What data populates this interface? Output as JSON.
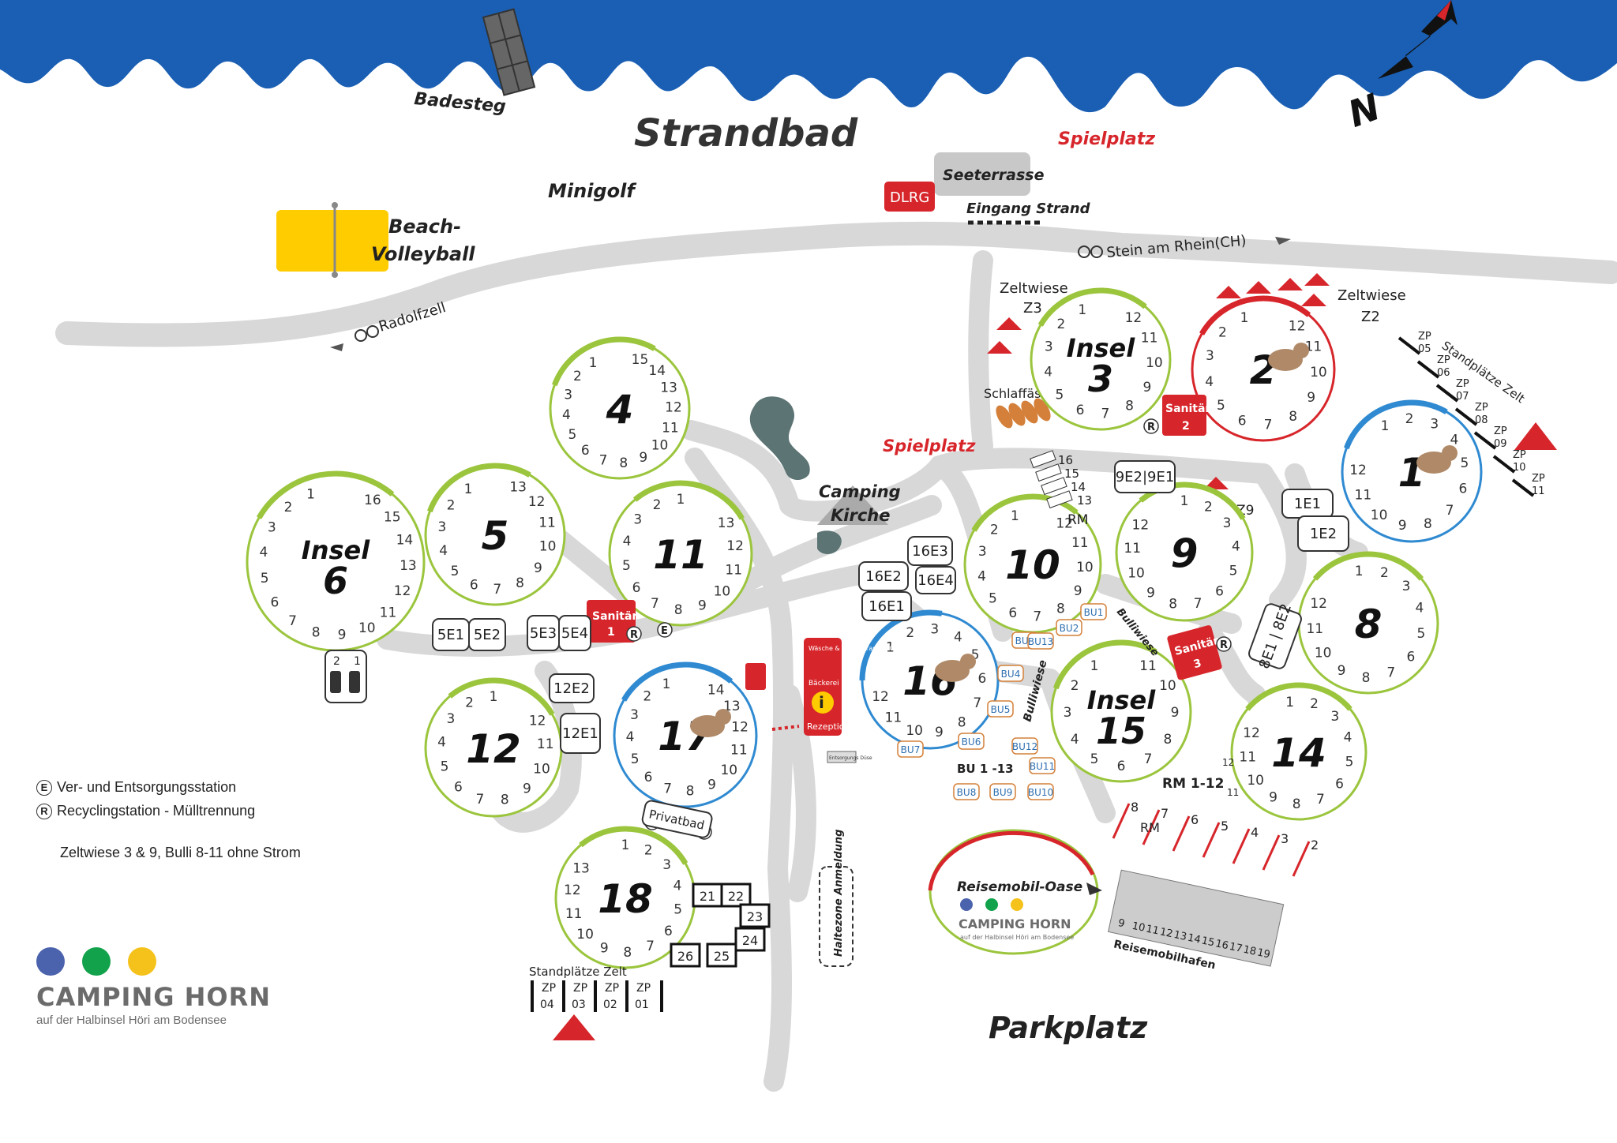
{
  "colors": {
    "water": "#1a5fb4",
    "road": "#d8d8d8",
    "green_ring": "#9bc53d",
    "red_ring": "#d7262b",
    "blue_ring": "#2f8ad1",
    "sanitaer": "#d7262b",
    "volleyball": "#ffcc00",
    "logo_blue": "#4b63ad",
    "logo_green": "#12a24b",
    "logo_yellow": "#f5c21b"
  },
  "titles": {
    "strandbad": "Strandbad",
    "parkplatz": "Parkplatz",
    "badesteg": "Badesteg",
    "minigolf": "Minigolf",
    "beach_volleyball_1": "Beach-",
    "beach_volleyball_2": "Volleyball",
    "spielplatz_top": "Spielplatz",
    "spielplatz_mid": "Spielplatz",
    "seeterrasse": "Seeterrasse",
    "dlrg": "DLRG",
    "eingang_strand": "Eingang Strand",
    "camping_kirche_1": "Camping",
    "camping_kirche_2": "Kirche",
    "north": "N",
    "stein_am_rhein": "Stein am Rhein(CH)",
    "radolfzell": "Radolfzell",
    "zeltwiese_z3_a": "Zeltwiese",
    "zeltwiese_z3_b": "Z3",
    "zeltwiese_z2_a": "Zeltwiese",
    "zeltwiese_z2_b": "Z2",
    "z9": "Z9",
    "schlaffaesser": "Schlaffässer",
    "rm": "RM",
    "bulliwiese_a": "Bulliwiese",
    "bulliwiese_b": "Bulliwiese",
    "bu_range": "BU 1 -13",
    "rm_range": "RM 1-12",
    "privatbad": "Privatbad",
    "standplaetze_zelt_top": "Standplätze Zelt",
    "standplaetze_zelt_bottom": "Standplätze Zelt",
    "haltezone": "Haltezone Anmeldung",
    "reisemobilhafen": "Reisemobilhafen",
    "reisemobil_oase": "Reisemobil-Oase",
    "oase_logo_name": "CAMPING HORN",
    "oase_logo_sub": "auf der Halbinsel Höri am Bodensee",
    "waesche": "Wäsche & Kühlschrank (UG)",
    "baeckerei": "Bäckerei",
    "rezeption": "Rezeption",
    "info_i": "i",
    "entsorgung": "Entsorgungs Düse"
  },
  "islands": [
    {
      "name": "4",
      "ring": "green",
      "numbers": [
        "1",
        "2",
        "3",
        "4",
        "5",
        "6",
        "7",
        "8",
        "9",
        "10",
        "11",
        "12",
        "13",
        "14",
        "15"
      ]
    },
    {
      "name": "5",
      "ring": "green",
      "numbers": [
        "1",
        "2",
        "3",
        "4",
        "5",
        "6",
        "7",
        "8",
        "9",
        "10",
        "11",
        "12",
        "13"
      ]
    },
    {
      "name": "11",
      "ring": "green",
      "numbers": [
        "1",
        "2",
        "3",
        "4",
        "5",
        "6",
        "7",
        "8",
        "9",
        "10",
        "11",
        "12",
        "13"
      ]
    },
    {
      "name": "Insel 6",
      "ring": "green",
      "numbers": [
        "1",
        "2",
        "3",
        "4",
        "5",
        "6",
        "7",
        "8",
        "9",
        "10",
        "11",
        "12",
        "13",
        "14",
        "15",
        "16"
      ]
    },
    {
      "name": "Insel 3",
      "ring": "green",
      "numbers": [
        "1",
        "2",
        "3",
        "4",
        "5",
        "6",
        "7",
        "8",
        "9",
        "10",
        "11",
        "12"
      ]
    },
    {
      "name": "2",
      "ring": "red",
      "numbers": [
        "1",
        "2",
        "3",
        "4",
        "5",
        "6",
        "7",
        "8",
        "9",
        "10",
        "11",
        "12"
      ]
    },
    {
      "name": "1",
      "ring": "blue",
      "numbers": [
        "1",
        "2",
        "3",
        "4",
        "5",
        "6",
        "7",
        "8",
        "9",
        "10",
        "11",
        "12"
      ]
    },
    {
      "name": "10",
      "ring": "green",
      "numbers": [
        "1",
        "2",
        "3",
        "4",
        "5",
        "6",
        "7",
        "8",
        "9",
        "10",
        "11",
        "12"
      ]
    },
    {
      "name": "9",
      "ring": "green",
      "numbers": [
        "1",
        "2",
        "3",
        "4",
        "5",
        "6",
        "7",
        "8",
        "9",
        "10",
        "11",
        "12"
      ]
    },
    {
      "name": "8",
      "ring": "green",
      "numbers": [
        "1",
        "2",
        "3",
        "4",
        "5",
        "6",
        "7",
        "8",
        "9",
        "10",
        "11",
        "12"
      ]
    },
    {
      "name": "16",
      "ring": "blue",
      "numbers": [
        "1",
        "2",
        "3",
        "4",
        "5",
        "6",
        "7",
        "8",
        "9",
        "10",
        "11",
        "12"
      ]
    },
    {
      "name": "Insel 15",
      "ring": "green",
      "numbers": [
        "1",
        "2",
        "3",
        "4",
        "5",
        "6",
        "7",
        "8",
        "9",
        "10",
        "11"
      ]
    },
    {
      "name": "14",
      "ring": "green",
      "numbers": [
        "1",
        "2",
        "3",
        "4",
        "5",
        "6",
        "7",
        "8",
        "9",
        "10",
        "11",
        "12"
      ]
    },
    {
      "name": "12",
      "ring": "green",
      "numbers": [
        "1",
        "2",
        "3",
        "4",
        "5",
        "6",
        "7",
        "8",
        "9",
        "10",
        "11",
        "12"
      ]
    },
    {
      "name": "17",
      "ring": "blue",
      "numbers": [
        "1",
        "2",
        "3",
        "4",
        "5",
        "6",
        "7",
        "8",
        "9",
        "10",
        "11",
        "12",
        "13",
        "14"
      ]
    },
    {
      "name": "18",
      "ring": "green",
      "numbers": [
        "1",
        "2",
        "3",
        "4",
        "5",
        "6",
        "7",
        "8",
        "9",
        "10",
        "11",
        "12",
        "13"
      ]
    }
  ],
  "sanitaer": [
    {
      "title": "Sanitär",
      "num": "1"
    },
    {
      "title": "Sanitär",
      "num": "2"
    },
    {
      "title": "Sanitär",
      "num": "3"
    }
  ],
  "pitches": {
    "5e": [
      "5E1",
      "5E2",
      "5E3",
      "5E4"
    ],
    "12e": [
      "12E2",
      "12E1"
    ],
    "16e": [
      "16E3",
      "16E2",
      "16E4",
      "16E1"
    ],
    "9e": "9E2|9E1",
    "1e": [
      "1E1",
      "1E2"
    ],
    "8e": "8E1 | 8E2",
    "caravans_16": [
      "16",
      "15",
      "14",
      "13"
    ],
    "bu": [
      "BU1",
      "BU2",
      "BU3",
      "BU4",
      "BU5",
      "BU6",
      "BU7",
      "BU8",
      "BU9",
      "BU10",
      "BU11",
      "BU12",
      "BU13"
    ],
    "zp_top": [
      "ZP 05",
      "ZP 06",
      "ZP 07",
      "ZP 08",
      "ZP 09",
      "ZP 10",
      "ZP 11"
    ],
    "zp_bottom": [
      "ZP 04",
      "ZP 03",
      "ZP 02",
      "ZP 01"
    ],
    "snake": [
      "21",
      "22",
      "23",
      "24",
      "25",
      "26"
    ],
    "rm_row": [
      "8",
      "7",
      "6",
      "5",
      "4",
      "3",
      "2"
    ],
    "rm_side": [
      "12",
      "11"
    ],
    "hafen": [
      "9",
      "10",
      "11",
      "12",
      "13",
      "14",
      "15",
      "16",
      "17",
      "18",
      "19"
    ],
    "parking_left": [
      "2",
      "1"
    ],
    "privatbad_nums": [
      "1",
      "2"
    ]
  },
  "legend": [
    {
      "symbol": "E",
      "text": "Ver- und Entsorgungsstation"
    },
    {
      "symbol": "R",
      "text": "Recyclingstation - Mülltrennung"
    }
  ],
  "note": "Zeltwiese 3 & 9, Bulli 8-11 ohne Strom",
  "logo": {
    "name": "CAMPING HORN",
    "sub": "auf der Halbinsel Höri am Bodensee"
  }
}
